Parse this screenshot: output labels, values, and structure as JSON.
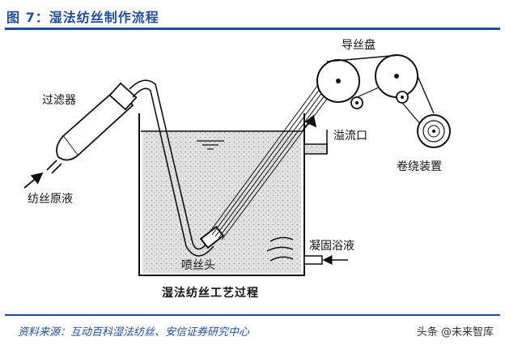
{
  "figure": {
    "title": "图 7：湿法纺丝制作流程",
    "source": "资料来源：互动百科湿法纺丝、安信证券研究中心",
    "watermark": "头条 @未来智库"
  },
  "diagram": {
    "labels": {
      "filter": "过滤器",
      "spinning_solution": "纺丝原液",
      "godet": "导丝盘",
      "overflow": "溢流口",
      "winder": "卷绕装置",
      "coag_bath": "凝固浴液",
      "spinneret": "喷丝头",
      "process": "湿法纺丝工艺过程"
    },
    "colors": {
      "accent": "#1f4e9c",
      "ink": "#111111",
      "bath": "#dcdcdc"
    }
  }
}
